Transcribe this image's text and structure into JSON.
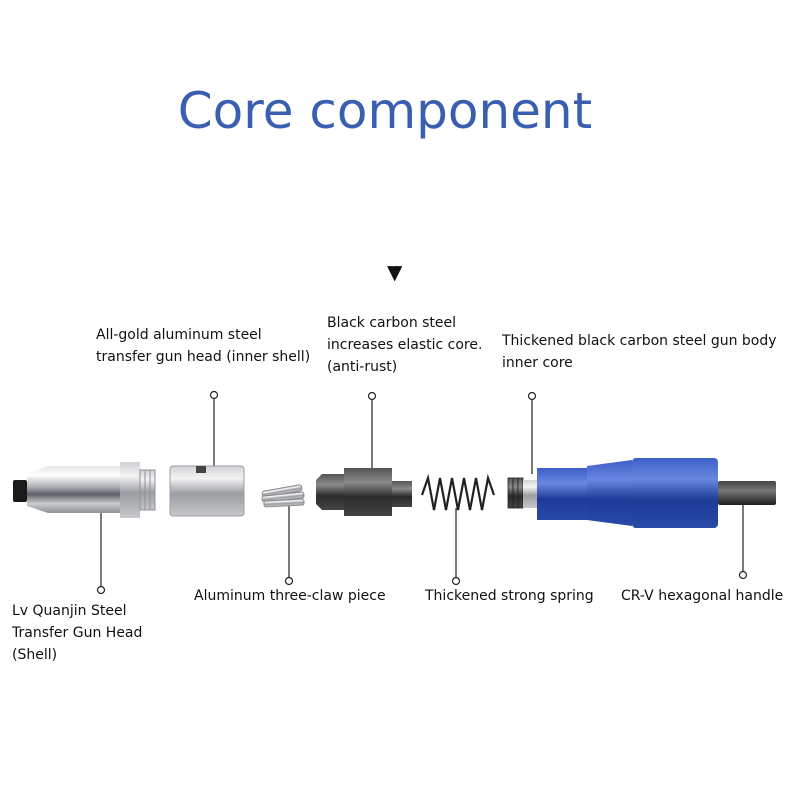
{
  "header": {
    "title": "Core component"
  },
  "labels": {
    "gun_head_inner": [
      "All-gold aluminum steel",
      "transfer gun head (inner shell)"
    ],
    "elastic_core": [
      "Black carbon steel",
      "increases elastic core.",
      "(anti-rust)"
    ],
    "gun_body_core": [
      "Thickened black carbon steel gun body",
      "inner core"
    ],
    "gun_head_shell": [
      "Lv Quanjin Steel",
      "Transfer Gun Head",
      "(Shell)"
    ],
    "three_claw": [
      "Aluminum three-claw piece"
    ],
    "spring": [
      "Thickened strong spring"
    ],
    "handle": [
      "CR-V hexagonal handle"
    ]
  },
  "icons": {
    "pointer": "▼"
  },
  "colors": {
    "title": "#3a5fb0",
    "body_blue": "#1f3f9e",
    "steel": "#b9bcc0",
    "dark": "#2a2a2a"
  }
}
